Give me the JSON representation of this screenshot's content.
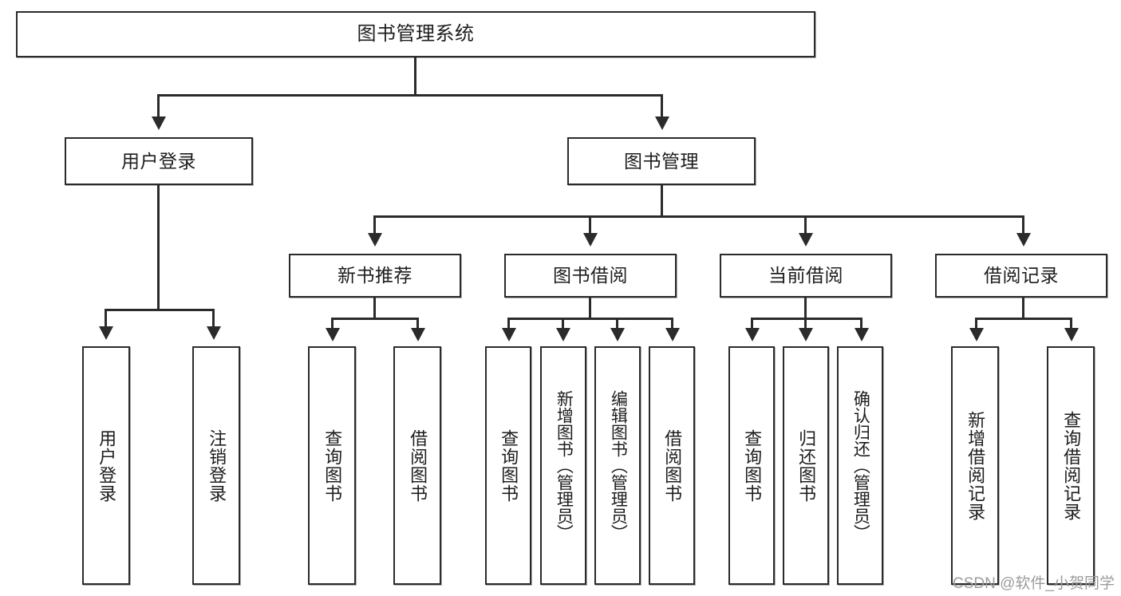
{
  "diagram": {
    "title": "图书管理系统",
    "root": {
      "label": "图书管理系统"
    },
    "level2": [
      {
        "label": "用户登录"
      },
      {
        "label": "图书管理"
      }
    ],
    "level3": [
      {
        "label": "新书推荐"
      },
      {
        "label": "图书借阅"
      },
      {
        "label": "当前借阅"
      },
      {
        "label": "借阅记录"
      }
    ],
    "leaves": {
      "user_login": [
        {
          "label": "用户登录"
        },
        {
          "label": "注销登录"
        }
      ],
      "new_book_recommend": [
        {
          "label": "查询图书"
        },
        {
          "label": "借阅图书"
        }
      ],
      "book_borrow": [
        {
          "label": "查询图书"
        },
        {
          "label": "新增图书（管理员）"
        },
        {
          "label": "编辑图书（管理员）"
        },
        {
          "label": "借阅图书"
        }
      ],
      "current_borrow": [
        {
          "label": "查询图书"
        },
        {
          "label": "归还图书"
        },
        {
          "label": "确认归还（管理员）"
        }
      ],
      "borrow_record": [
        {
          "label": "新增借阅记录"
        },
        {
          "label": "查询借阅记录"
        }
      ]
    }
  },
  "watermark": {
    "text": "CSDN @软件_小贺同学"
  },
  "colors": {
    "stroke": "#2b2b2b",
    "fill": "#ffffff",
    "text": "#1d1d1d",
    "watermark": "#9c9c9c"
  }
}
